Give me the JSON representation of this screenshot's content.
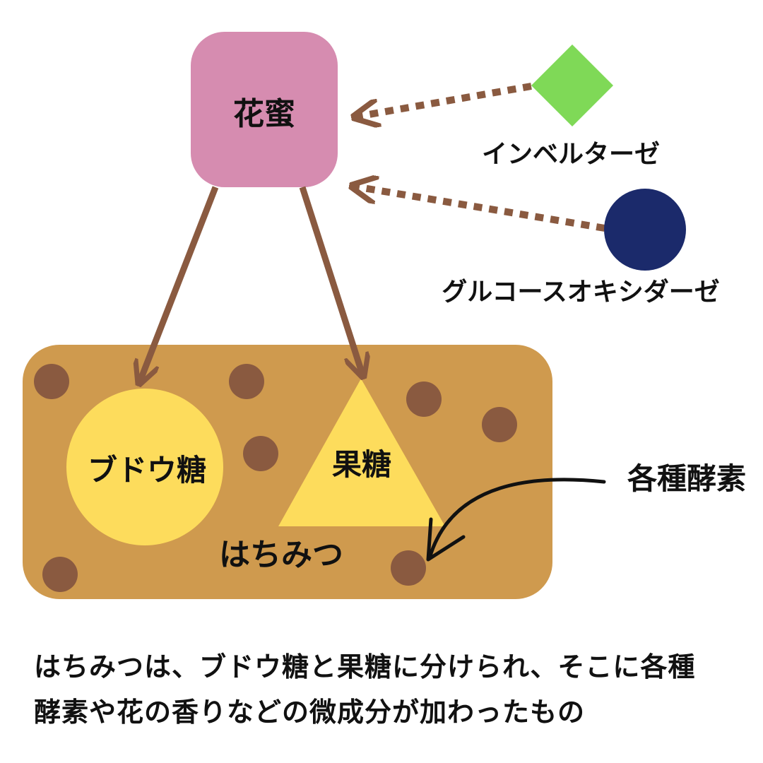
{
  "nectar": {
    "label": "花蜜",
    "color": "#d68cb0"
  },
  "enzymes": [
    {
      "label": "インベルターゼ",
      "shape": "diamond",
      "color": "#7fd957"
    },
    {
      "label": "グルコースオキシダーゼ",
      "shape": "circle",
      "color": "#1b2a6b"
    }
  ],
  "honey": {
    "label": "はちみつ",
    "color": "#cf9a4e",
    "dot_color": "#8a5a40",
    "sugars": [
      {
        "label": "ブドウ糖",
        "shape": "circle",
        "color": "#fddc5c"
      },
      {
        "label": "果糖",
        "shape": "triangle",
        "color": "#fddc5c"
      }
    ],
    "various_enzymes_label": "各種酵素"
  },
  "arrow_color": "#8a5a40",
  "caption": {
    "line1": "はちみつは、ブドウ糖と果糖に分けられ、そこに各種",
    "line2": "酵素や花の香りなどの微成分が加わったもの"
  }
}
